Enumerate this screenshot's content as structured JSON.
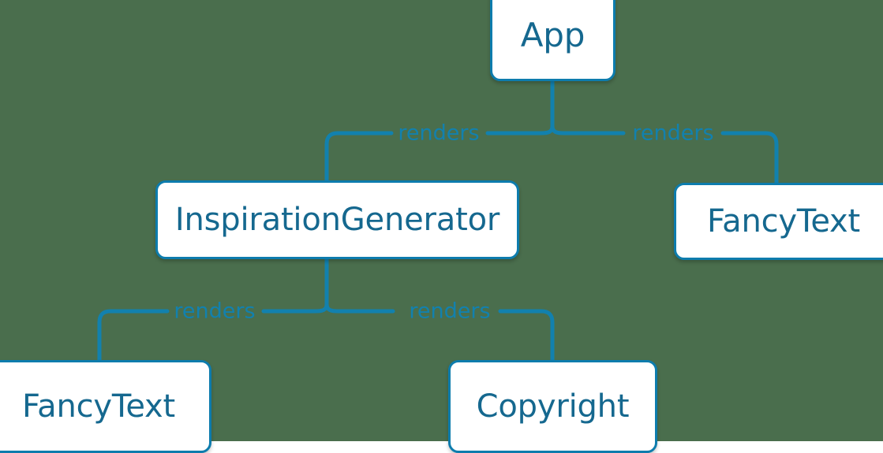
{
  "diagram": {
    "type": "component-tree",
    "background_color": "#4a6e4d",
    "node_fill_color": "#ffffff",
    "node_border_color": "#0d7cad",
    "node_text_color": "#15688f",
    "edge_color": "#1281ae",
    "edge_label_color": "#1281ae",
    "nodes": [
      {
        "id": "app",
        "label": "App"
      },
      {
        "id": "inspiration",
        "label": "InspirationGenerator"
      },
      {
        "id": "fancytext_right",
        "label": "FancyText"
      },
      {
        "id": "fancytext_left",
        "label": "FancyText"
      },
      {
        "id": "copyright",
        "label": "Copyright"
      }
    ],
    "edges": [
      {
        "from": "app",
        "to": "inspiration",
        "label": "renders"
      },
      {
        "from": "app",
        "to": "fancytext_right",
        "label": "renders"
      },
      {
        "from": "inspiration",
        "to": "fancytext_left",
        "label": "renders"
      },
      {
        "from": "inspiration",
        "to": "copyright",
        "label": "renders"
      }
    ]
  }
}
